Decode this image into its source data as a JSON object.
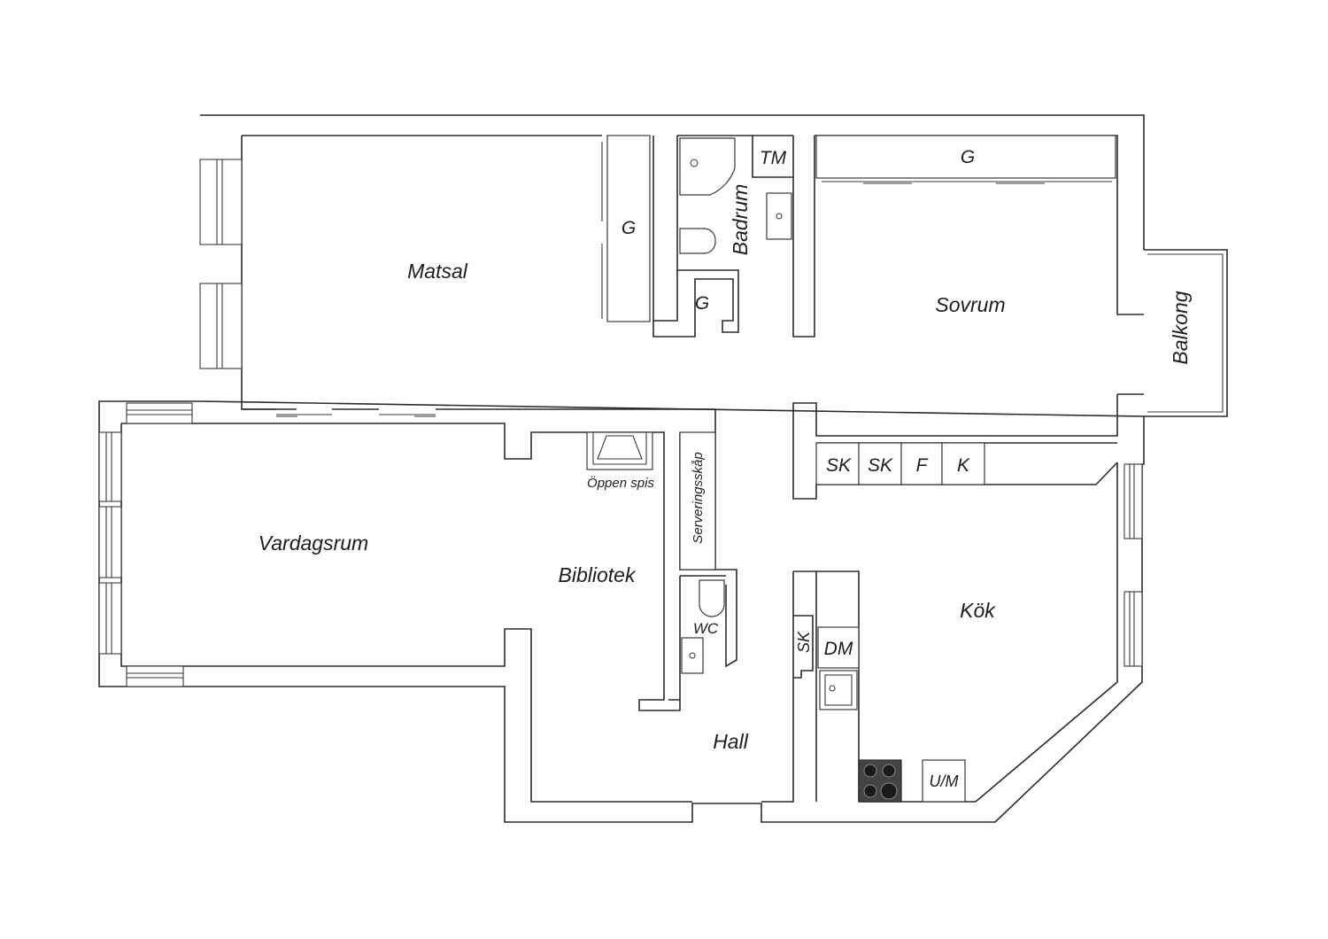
{
  "rooms": {
    "matsal": "Matsal",
    "vardagsrum": "Vardagsrum",
    "bibliotek": "Bibliotek",
    "hall": "Hall",
    "badrum": "Badrum",
    "sovrum": "Sovrum",
    "balkong": "Balkong",
    "kok": "Kök",
    "wc": "WC"
  },
  "fixtures": {
    "closet_matsal": "G",
    "closet_small": "G",
    "closet_sovrum": "G",
    "tm": "TM",
    "oppen_spis": "Öppen spis",
    "serveringsskap": "Serveringsskåp",
    "sk1": "SK",
    "sk2": "SK",
    "f": "F",
    "k": "K",
    "sk_hall": "SK",
    "dm": "DM",
    "um": "U/M"
  },
  "colors": {
    "wall": "#2b2b2b",
    "stove": "#444444",
    "background": "#ffffff"
  }
}
